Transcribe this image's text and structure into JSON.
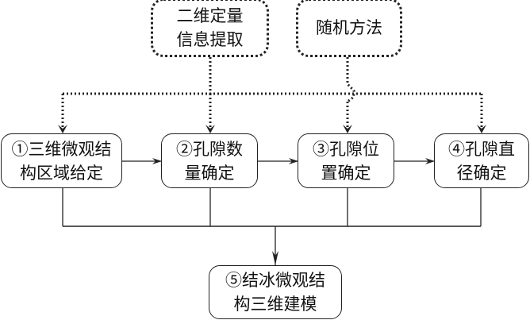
{
  "inputs": {
    "info": {
      "lines": [
        "二维定量",
        "信息提取"
      ]
    },
    "random": {
      "lines": [
        "随机方法"
      ]
    }
  },
  "steps": [
    {
      "number": "①",
      "lines": [
        "①三维微观结",
        "构区域给定"
      ]
    },
    {
      "number": "②",
      "lines": [
        "②孔隙数",
        "量确定"
      ]
    },
    {
      "number": "③",
      "lines": [
        "③孔隙位",
        "置确定"
      ]
    },
    {
      "number": "④",
      "lines": [
        "④孔隙直",
        "径确定"
      ]
    }
  ],
  "result": {
    "number": "⑤",
    "lines": [
      "⑤结冰微观结",
      "构三维建模"
    ]
  },
  "colors": {
    "line": "#222222",
    "background": "#ffffff"
  }
}
